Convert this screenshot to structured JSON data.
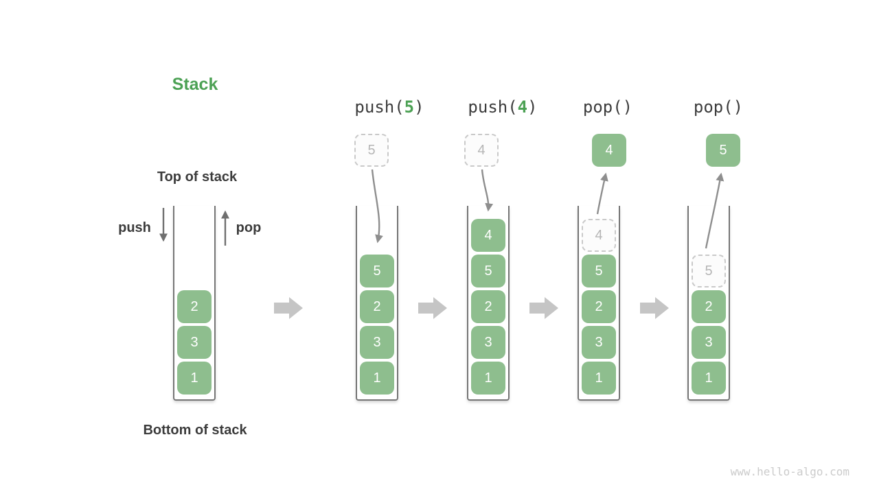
{
  "title": "Stack",
  "labels": {
    "top_of_stack": "Top of stack",
    "bottom_of_stack": "Bottom of stack",
    "push": "push",
    "pop": "pop"
  },
  "watermark": "www.hello-algo.com",
  "colors": {
    "accent_green": "#4ca154",
    "box_green": "#8ebe8e",
    "box_text": "#ffffff",
    "dark_text": "#3c3c3c",
    "dashed_border": "#c9c9c9",
    "dashed_text": "#b5b5b5",
    "stack_wall_gray": "#757575",
    "curved_arrow_gray": "#8e8e8e",
    "straight_arrow_gray": "#6f6f6f",
    "block_arrow_gray": "#c5c5c5",
    "watermark_gray": "#cbcbcb"
  },
  "operations": [
    {
      "label_pre": "push(",
      "label_arg": "5",
      "label_post": ")",
      "floating_value": "5",
      "floating_style": "dashed"
    },
    {
      "label_pre": "push(",
      "label_arg": "4",
      "label_post": ")",
      "floating_value": "4",
      "floating_style": "dashed"
    },
    {
      "label_pre": "pop(",
      "label_arg": "",
      "label_post": ")",
      "floating_value": "4",
      "floating_style": "solid"
    },
    {
      "label_pre": "pop(",
      "label_arg": "",
      "label_post": ")",
      "floating_value": "5",
      "floating_style": "solid"
    }
  ],
  "stacks": [
    {
      "name": "initial",
      "items": [
        {
          "value": "2",
          "style": "solid"
        },
        {
          "value": "3",
          "style": "solid"
        },
        {
          "value": "1",
          "style": "solid"
        }
      ]
    },
    {
      "name": "after-push-5",
      "items": [
        {
          "value": "5",
          "style": "solid"
        },
        {
          "value": "2",
          "style": "solid"
        },
        {
          "value": "3",
          "style": "solid"
        },
        {
          "value": "1",
          "style": "solid"
        }
      ]
    },
    {
      "name": "after-push-4",
      "items": [
        {
          "value": "4",
          "style": "solid"
        },
        {
          "value": "5",
          "style": "solid"
        },
        {
          "value": "2",
          "style": "solid"
        },
        {
          "value": "3",
          "style": "solid"
        },
        {
          "value": "1",
          "style": "solid"
        }
      ]
    },
    {
      "name": "popping-4",
      "items": [
        {
          "value": "4",
          "style": "dashed"
        },
        {
          "value": "5",
          "style": "solid"
        },
        {
          "value": "2",
          "style": "solid"
        },
        {
          "value": "3",
          "style": "solid"
        },
        {
          "value": "1",
          "style": "solid"
        }
      ]
    },
    {
      "name": "popping-5",
      "items": [
        {
          "value": "5",
          "style": "dashed"
        },
        {
          "value": "2",
          "style": "solid"
        },
        {
          "value": "3",
          "style": "solid"
        },
        {
          "value": "1",
          "style": "solid"
        }
      ]
    }
  ]
}
